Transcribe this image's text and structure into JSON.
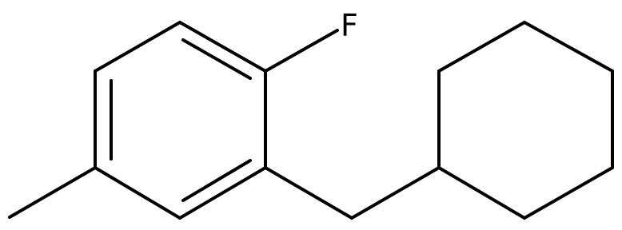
{
  "molecule": {
    "atom_labels": {
      "fluorine": "F"
    },
    "colors": {
      "bond": "#000000",
      "background": "#ffffff"
    },
    "structure": [
      "methyl",
      "benzene-ring",
      "fluoro",
      "methylene-bridge",
      "cyclohexyl"
    ]
  }
}
